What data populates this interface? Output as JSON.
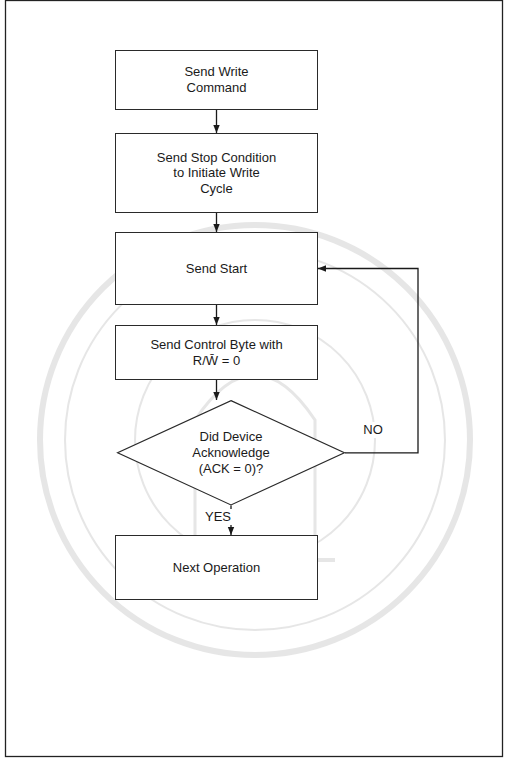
{
  "diagram": {
    "nodes": [
      {
        "text": [
          "Send Write Command"
        ]
      },
      {
        "text": [
          "Send Stop Condition to Initiate Write Cycle"
        ]
      },
      {
        "text": [
          "Send Start"
        ]
      },
      {
        "text": [
          "Send Control Byte with R/W̄ = 0"
        ]
      },
      {
        "text": [
          "Did Device Acknowledge (ACK = 0)?"
        ]
      },
      {
        "text": [
          "Next Operation"
        ]
      }
    ],
    "edges": [
      {
        "from": 0,
        "to": 1,
        "arrow": "to"
      },
      {
        "from": 1,
        "to": 2,
        "arrow": "to"
      },
      {
        "from": 2,
        "to": 3,
        "arrow": "to"
      },
      {
        "from": 3,
        "to": 4,
        "arrow": "to"
      },
      {
        "from": 4,
        "to": 5,
        "label": "YES",
        "arrow": "to"
      },
      {
        "from": 4,
        "to": 2,
        "label": "NO",
        "arrow": "to"
      }
    ]
  }
}
